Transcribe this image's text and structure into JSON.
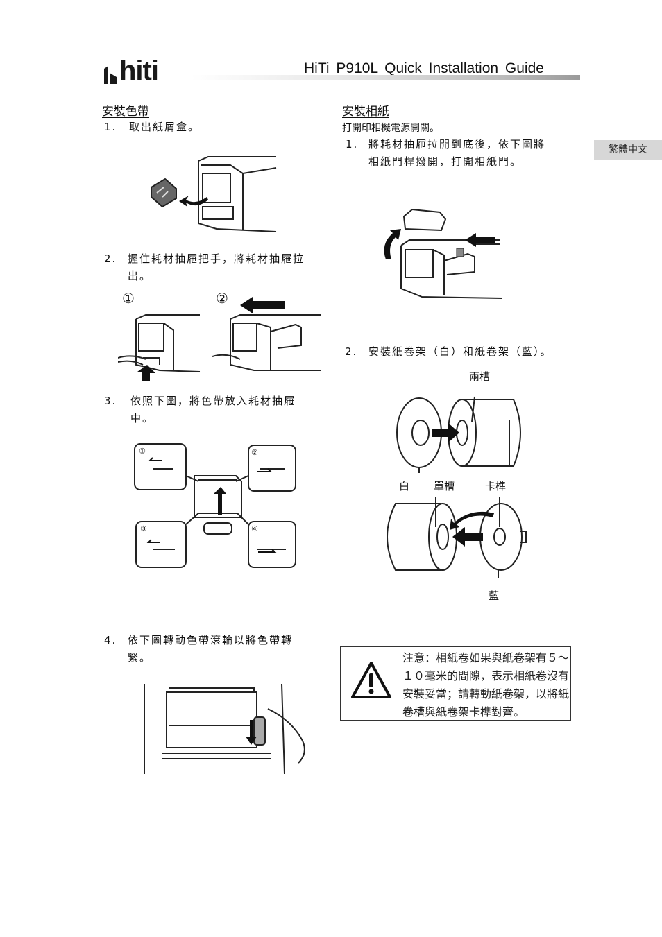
{
  "header": {
    "brand": "hiti",
    "title": "HiTi P910L Quick Installation Guide",
    "language_tab": "繁體中文"
  },
  "left": {
    "title": "安裝色帶",
    "steps": [
      {
        "num": "1.",
        "text": "取出紙屑盒。"
      },
      {
        "num": "2.",
        "text": "握住耗材抽屜把手，將耗材抽屜拉",
        "text2": "出。"
      },
      {
        "num": "3.",
        "text": "依照下圖，將色帶放入耗材抽屜",
        "text2": "中。"
      },
      {
        "num": "4.",
        "text": "依下圖轉動色帶滾輪以將色帶轉",
        "text2": "緊。"
      }
    ],
    "sub_markers": [
      "①",
      "②"
    ],
    "callouts": [
      "①",
      "②",
      "③",
      "④"
    ]
  },
  "right": {
    "title": "安裝相紙",
    "intro": "打開印相機電源開關。",
    "steps": [
      {
        "num": "1.",
        "text": "將耗材抽屜拉開到底後，依下圖將",
        "text2": "相紙門桿撥開，打開相紙門。"
      },
      {
        "num": "2.",
        "text": "安裝紙卷架（白）和紙卷架（藍）。"
      }
    ],
    "labels": {
      "double_groove": "兩槽",
      "white": "白",
      "single_groove": "單槽",
      "tenon": "卡榫",
      "blue": "藍"
    },
    "note": "注意：相紙卷如果與紙卷架有５～１０毫米的間隙，表示相紙卷沒有安裝妥當；請轉動紙卷架，以將紙卷槽與紙卷架卡榫對齊。"
  },
  "icons": [
    "warning-icon",
    "arrow-icon"
  ]
}
